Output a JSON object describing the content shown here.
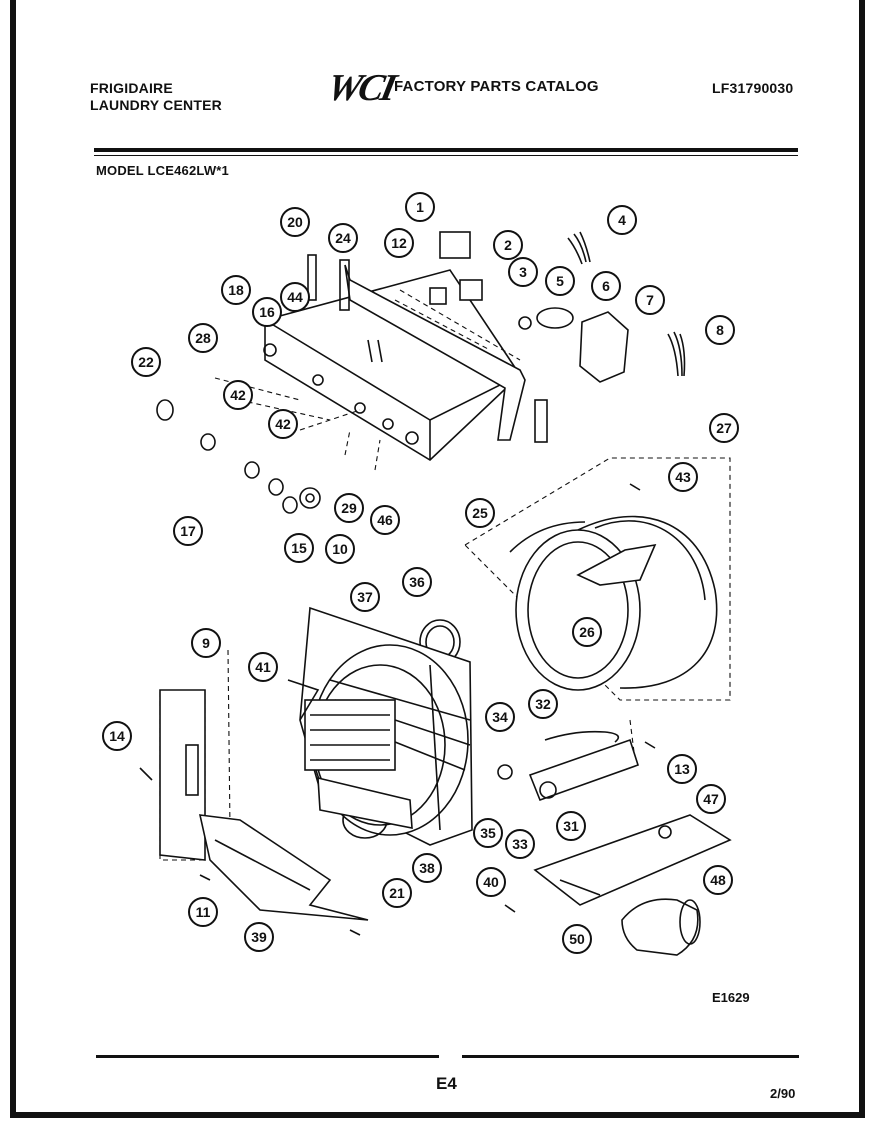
{
  "header": {
    "brand_line1": "FRIGIDAIRE",
    "brand_line2": "LAUNDRY CENTER",
    "logo": "WCI",
    "catalog_title": "FACTORY PARTS CATALOG",
    "part_number": "LF31790030",
    "model": "MODEL LCE462LW*1"
  },
  "diagram": {
    "callouts": [
      "1",
      "2",
      "3",
      "4",
      "5",
      "6",
      "7",
      "8",
      "12",
      "20",
      "24",
      "44",
      "18",
      "16",
      "28",
      "22",
      "42",
      "42",
      "17",
      "15",
      "10",
      "29",
      "46",
      "27",
      "43",
      "25",
      "26",
      "36",
      "37",
      "9",
      "41",
      "14",
      "34",
      "32",
      "13",
      "35",
      "33",
      "31",
      "47",
      "11",
      "39",
      "21",
      "38",
      "40",
      "50",
      "48"
    ],
    "drawing_code": "E1629"
  },
  "footer": {
    "page": "E4",
    "date": "2/90"
  }
}
